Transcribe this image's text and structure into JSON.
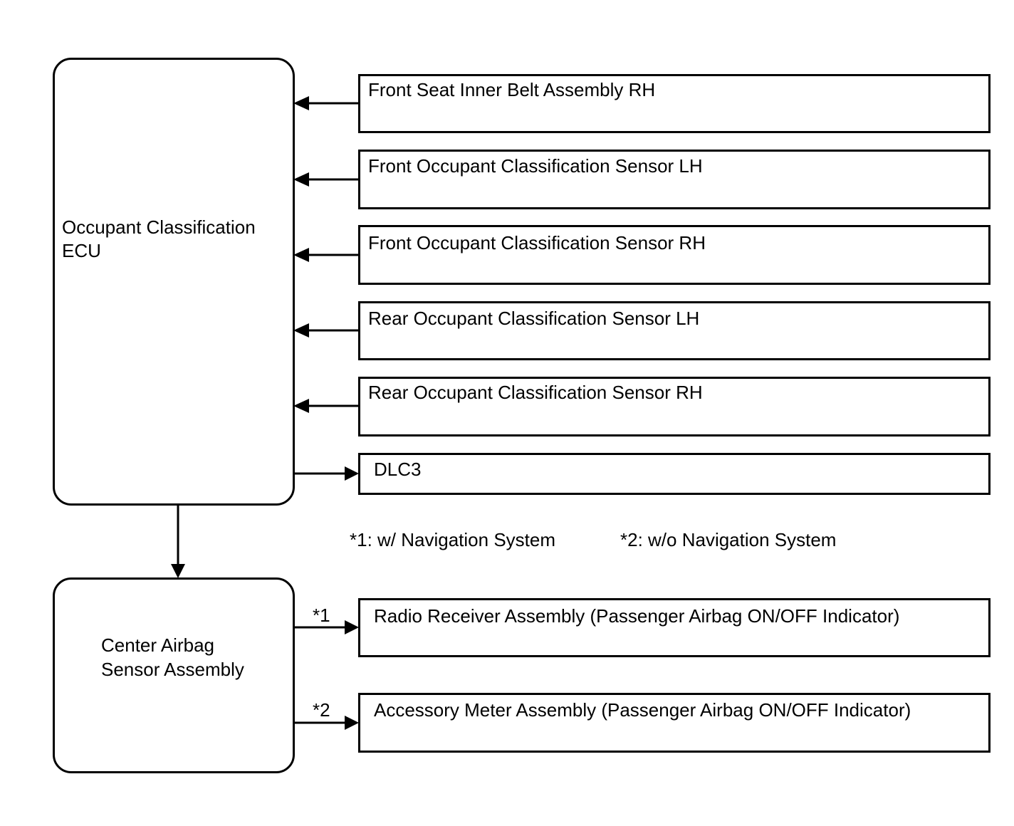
{
  "ecus": {
    "occupant_ecu": {
      "line1": "Occupant Classification",
      "line2": "ECU"
    },
    "airbag_ecu": {
      "line1": "Center Airbag",
      "line2": "Sensor Assembly"
    }
  },
  "components": [
    "Front Seat Inner Belt Assembly RH",
    "Front Occupant Classification Sensor LH",
    "Front Occupant Classification Sensor RH",
    "Rear Occupant Classification Sensor LH",
    "Rear Occupant Classification Sensor RH",
    "DLC3",
    "Radio Receiver Assembly (Passenger Airbag ON/OFF Indicator)",
    "Accessory Meter Assembly (Passenger Airbag ON/OFF Indicator)"
  ],
  "notes": {
    "note1": "*1: w/ Navigation System",
    "note2": "*2: w/o Navigation System"
  },
  "connection_marks": {
    "mark1": "*1",
    "mark2": "*2"
  }
}
